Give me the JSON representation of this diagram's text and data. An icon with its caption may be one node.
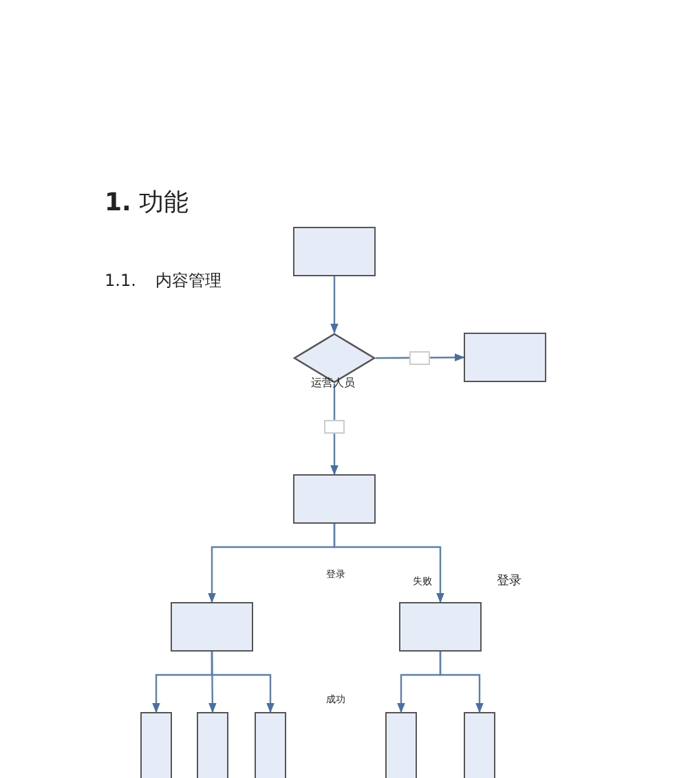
{
  "diagram": {
    "title": "**1.** 功能",
    "nodes": [
      {
        "text": [],
        "shape": "box"
      },
      {
        "text": [],
        "shape": "diamond"
      },
      {
        "text": [],
        "shape": "box"
      },
      {
        "text": [],
        "shape": "box"
      },
      {
        "text": [],
        "shape": "box"
      },
      {
        "text": [],
        "shape": "box"
      },
      {
        "text": [],
        "shape": "box"
      },
      {
        "text": [],
        "shape": "box"
      },
      {
        "text": [],
        "shape": "box"
      },
      {
        "text": [],
        "shape": "box"
      },
      {
        "text": [],
        "shape": "box"
      }
    ],
    "edges": [
      {
        "from": 0,
        "to": 1,
        "arrow": "to"
      },
      {
        "from": 1,
        "to": 2,
        "arrow": "to"
      },
      {
        "from": 1,
        "to": 3,
        "arrow": "to"
      },
      {
        "from": 3,
        "to": 4,
        "arrow": "to"
      },
      {
        "from": 3,
        "to": 5,
        "arrow": "to"
      },
      {
        "from": 4,
        "to": 6,
        "arrow": "to"
      },
      {
        "from": 4,
        "to": 7,
        "arrow": "to"
      },
      {
        "from": 4,
        "to": 8,
        "arrow": "to"
      },
      {
        "from": 5,
        "to": 9,
        "arrow": "to"
      },
      {
        "from": 5,
        "to": 10,
        "arrow": "to"
      }
    ],
    "labels": [
      "1.1.",
      "内容管理",
      "运营人员",
      "登录",
      "失败",
      "登录",
      "成功"
    ]
  }
}
